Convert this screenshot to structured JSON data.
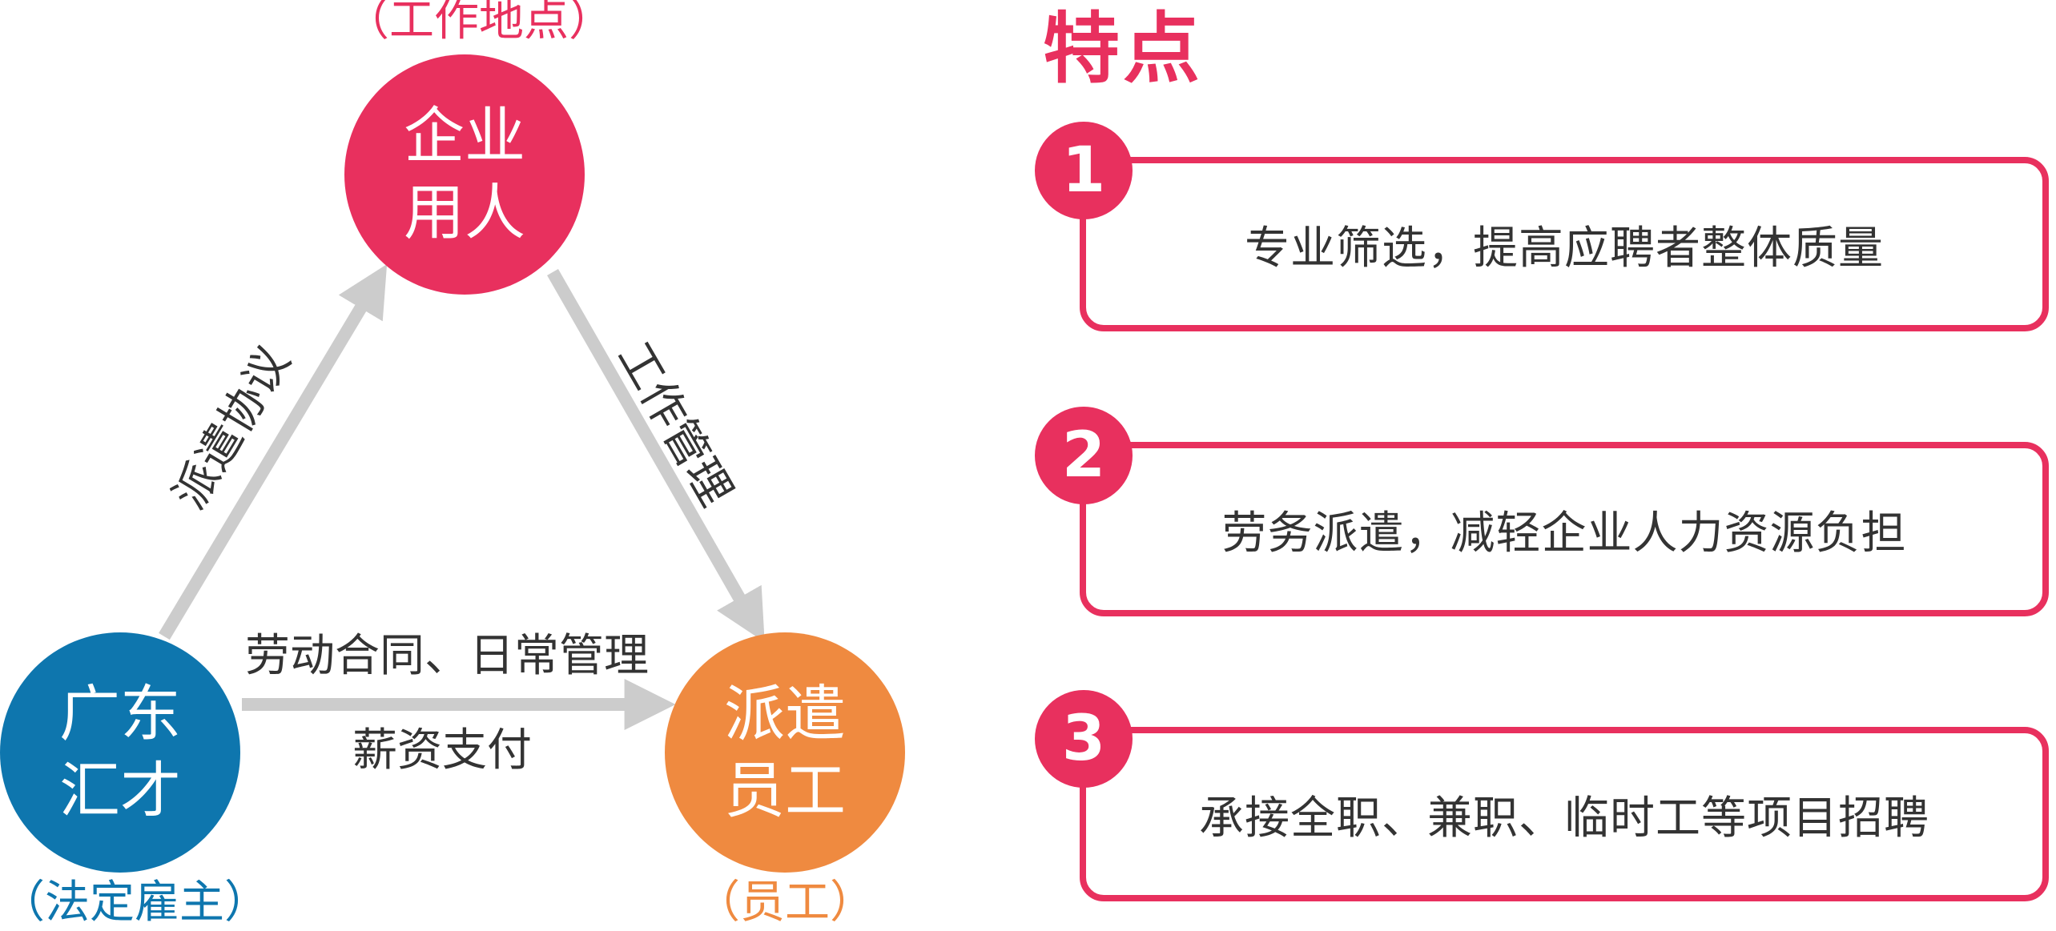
{
  "colors": {
    "accent": "#e8305e",
    "blue": "#0e76ae",
    "orange": "#ef8a40",
    "arrow": "#cccccc",
    "text": "#333333"
  },
  "diagram": {
    "top_node": {
      "line1": "企业",
      "line2": "用人",
      "sublabel": "（工作地点）"
    },
    "left_node": {
      "line1": "广东",
      "line2": "汇才",
      "sublabel": "（法定雇主）"
    },
    "right_node": {
      "line1": "派遣",
      "line2": "员工",
      "sublabel": "（员工）"
    },
    "edges": {
      "left_to_top": "派遣协议",
      "top_to_right": "工作管理",
      "left_to_right_above": "劳动合同、日常管理",
      "left_to_right_below": "薪资支付"
    }
  },
  "features": {
    "heading": "特点",
    "items": [
      {
        "number": "1",
        "text": "专业筛选，提高应聘者整体质量"
      },
      {
        "number": "2",
        "text": "劳务派遣，减轻企业人力资源负担"
      },
      {
        "number": "3",
        "text": "承接全职、兼职、临时工等项目招聘"
      }
    ]
  }
}
